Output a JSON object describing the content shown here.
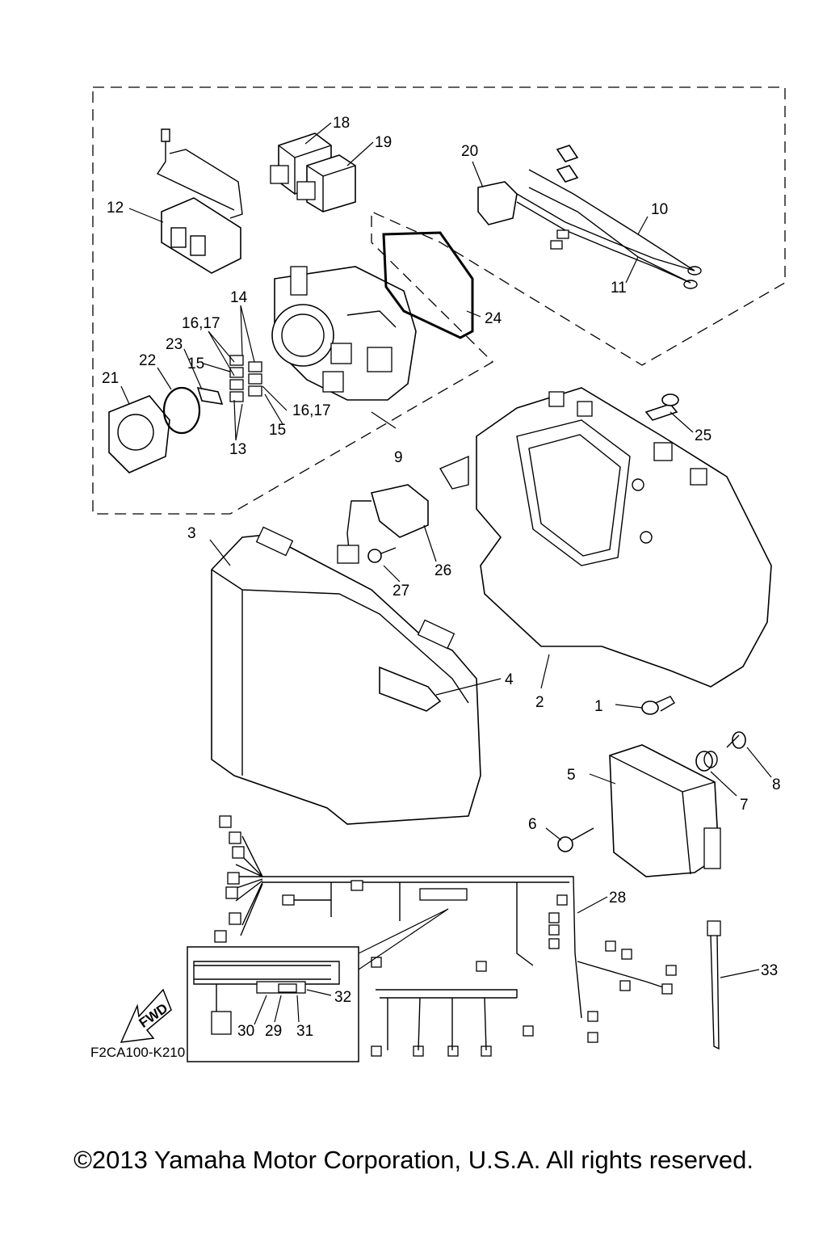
{
  "diagram": {
    "callouts": [
      "1",
      "2",
      "3",
      "4",
      "5",
      "6",
      "7",
      "8",
      "9",
      "10",
      "11",
      "12",
      "13",
      "14",
      "15",
      "15",
      "16,17",
      "16,17",
      "18",
      "19",
      "20",
      "21",
      "22",
      "23",
      "24",
      "25",
      "26",
      "27",
      "28",
      "29",
      "30",
      "31",
      "32",
      "33"
    ],
    "part_code": "F2CA100-K210",
    "fwd_label": "FWD"
  },
  "footer": {
    "copyright": "©2013 Yamaha Motor Corporation, U.S.A. All rights reserved."
  }
}
